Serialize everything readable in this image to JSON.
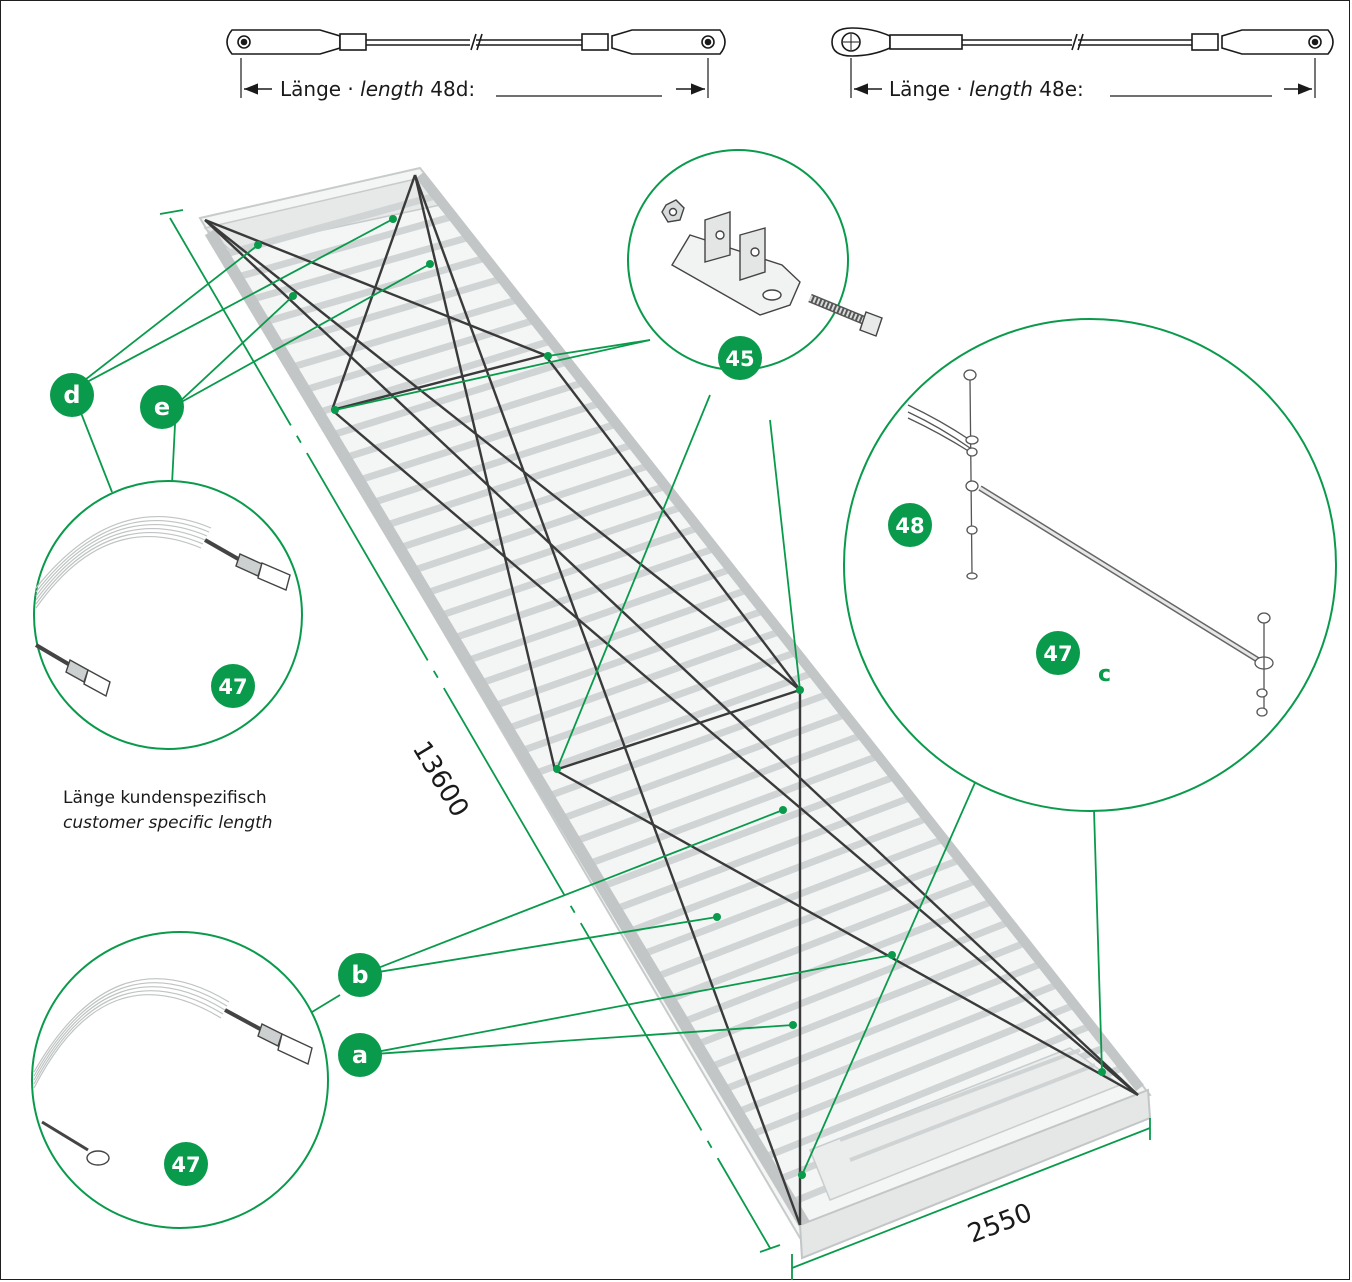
{
  "colors": {
    "accent": "#0a9a4c",
    "line": "#1f1f1f",
    "frame": "#cfd3d3",
    "cable": "#3a3a3a"
  },
  "dimensions": {
    "length_long": "13600",
    "length_short": "2550"
  },
  "cable_48d": {
    "label_prefix": "Länge · ",
    "label_italic": "length",
    "label_code": " 48d:"
  },
  "cable_48e": {
    "label_prefix": "Länge · ",
    "label_italic": "length",
    "label_code": " 48e:"
  },
  "caption": {
    "line1": "Länge kundenspezifisch",
    "line2": "customer specific length"
  },
  "badges": {
    "d": "d",
    "e": "e",
    "b": "b",
    "a": "a",
    "p45": "45",
    "p47_top": "47",
    "p47_bottom": "47",
    "p48": "48",
    "p47_detail": "47",
    "c": "c"
  }
}
